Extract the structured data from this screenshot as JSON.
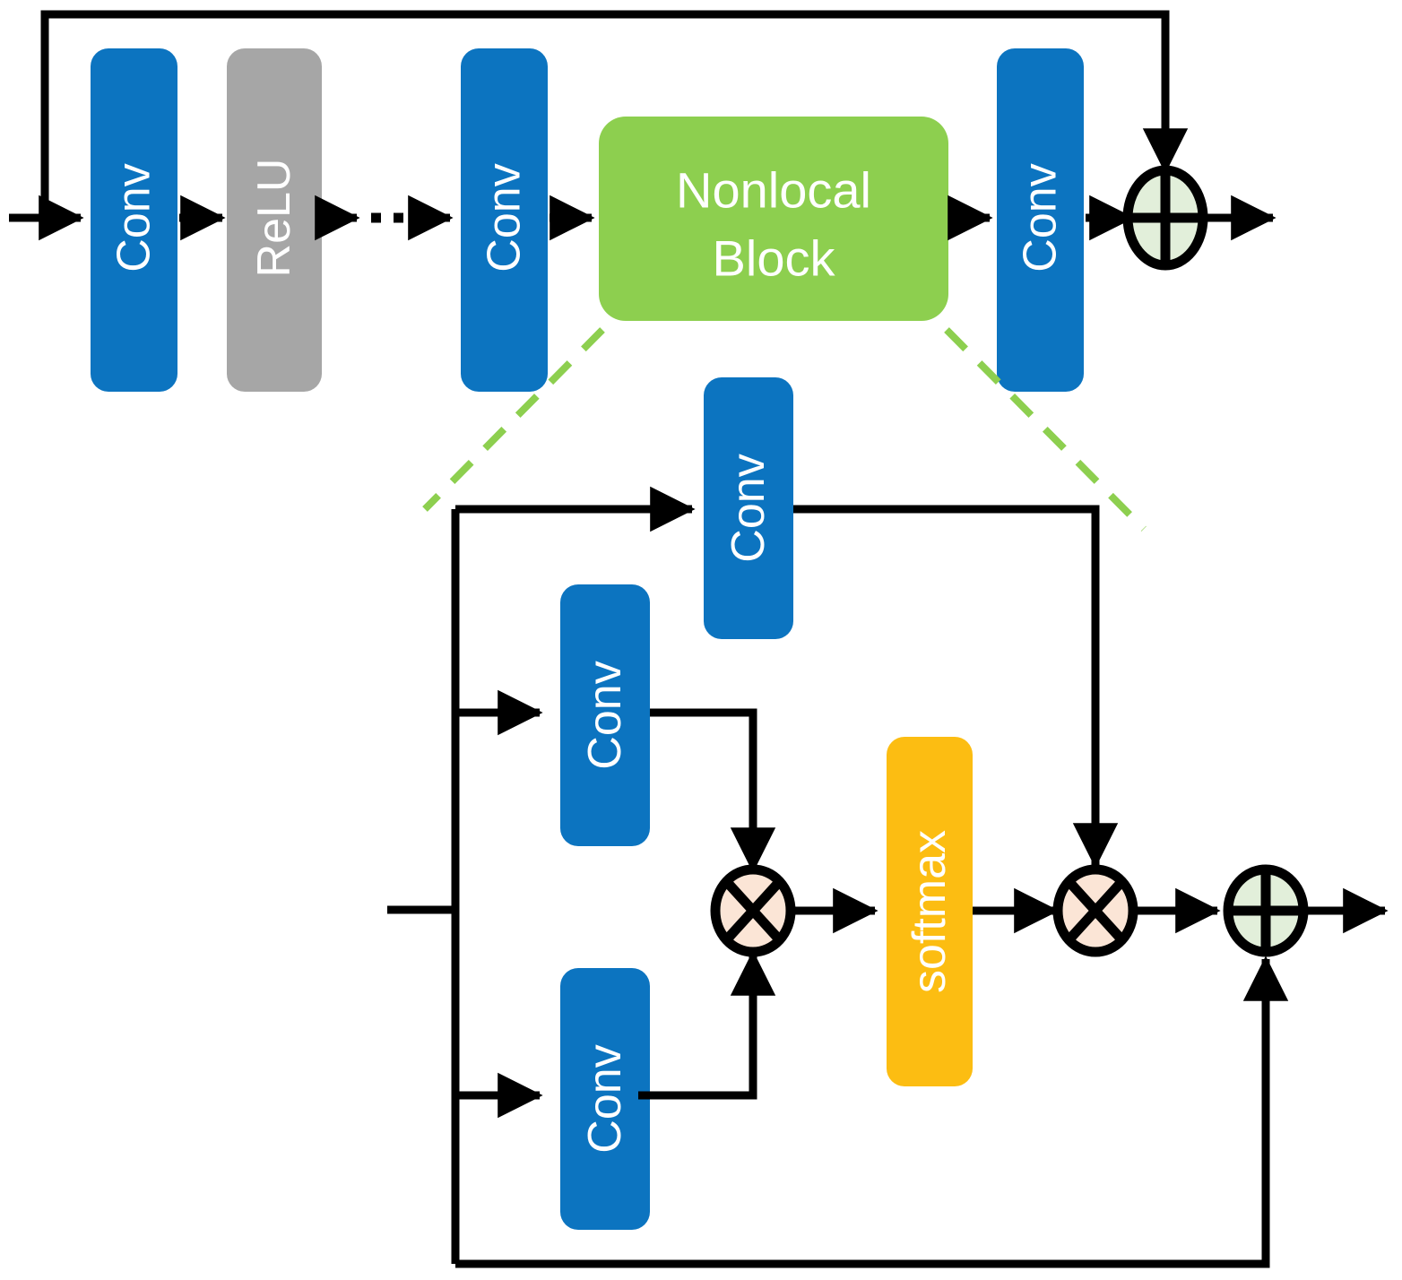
{
  "figure": {
    "title": "Nonlocal residual block architecture diagram",
    "background": "#ffffff"
  },
  "palette": {
    "conv_blue": "#0c74c0",
    "relu_gray": "#a6a6a6",
    "nonlocal_green": "#8dcf4f",
    "softmax_orange": "#fcbd12",
    "add_circle_fill": "#e2efda",
    "multiply_circle_fill": "#fbe5d6",
    "wire_black": "#000000",
    "leader_green": "#8dcf4f",
    "label_white": "#ffffff"
  },
  "top_row": {
    "blocks": [
      {
        "id": "conv1",
        "label": "Conv",
        "kind": "conv",
        "orientation": "vertical"
      },
      {
        "id": "relu1",
        "label": "ReLU",
        "kind": "relu",
        "orientation": "vertical"
      },
      {
        "id": "conv2",
        "label": "Conv",
        "kind": "conv",
        "orientation": "vertical"
      },
      {
        "id": "nonlocal",
        "label": "Nonlocal",
        "label2": "Block",
        "kind": "nonlocal",
        "orientation": "horizontal"
      },
      {
        "id": "conv3",
        "label": "Conv",
        "kind": "conv",
        "orientation": "vertical"
      }
    ],
    "operator": {
      "id": "add_top",
      "symbol": "plus",
      "name": "element-wise-addition"
    },
    "connections": [
      "input -> conv1",
      "conv1 -> relu1",
      "relu1 -> (dotted) -> conv2",
      "conv2 -> nonlocal",
      "nonlocal -> conv3",
      "conv3 -> add_top",
      "skip: input -> (top rail) -> add_top",
      "add_top -> output"
    ]
  },
  "nonlocal_detail": {
    "blocks": [
      {
        "id": "conv_g",
        "label": "Conv",
        "kind": "conv",
        "role": "value-branch"
      },
      {
        "id": "conv_t",
        "label": "Conv",
        "kind": "conv",
        "role": "query-branch"
      },
      {
        "id": "conv_p",
        "label": "Conv",
        "kind": "conv",
        "role": "key-branch"
      },
      {
        "id": "softmax",
        "label": "softmax",
        "kind": "softmax"
      }
    ],
    "operators": [
      {
        "id": "mul1",
        "symbol": "times",
        "name": "matrix-multiply"
      },
      {
        "id": "mul2",
        "symbol": "times",
        "name": "matrix-multiply"
      },
      {
        "id": "add_bottom",
        "symbol": "plus",
        "name": "element-wise-addition"
      }
    ],
    "connections": [
      "input bus -> conv_g",
      "input bus -> conv_t",
      "input bus -> conv_p",
      "conv_t -> mul1",
      "conv_p -> mul1",
      "mul1 -> softmax",
      "softmax -> mul2",
      "conv_g -> (right rail) -> mul2",
      "mul2 -> add_bottom",
      "input bus -> (bottom rail) -> add_bottom",
      "add_bottom -> output"
    ]
  },
  "leaders": {
    "style": "dashed",
    "color": "#8dcf4f",
    "description": "Two dashed green leader lines expanding the Nonlocal Block into the detail diagram below"
  }
}
